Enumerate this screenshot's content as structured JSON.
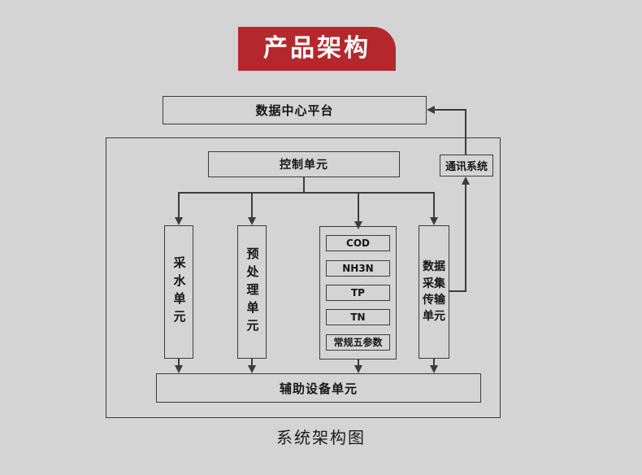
{
  "banner": {
    "title": "产品架构"
  },
  "diagram": {
    "data_center_label": "数据中心平台",
    "control_unit_label": "控制单元",
    "comm_system_label": "通讯系统",
    "water_unit_label": "采水单元",
    "pretreatment_unit_label": "预处理单元",
    "analyzers": [
      "COD",
      "NH3N",
      "TP",
      "TN",
      "常规五参数"
    ],
    "data_transmission_unit_label": "数据采集传输单元",
    "auxiliary_unit_label": "辅助设备单元",
    "caption": "系统架构图"
  },
  "colors": {
    "background": "#d4d4d4",
    "banner_red": "#b4282d",
    "banner_text": "#ffffff",
    "line": "#3c3c3c"
  }
}
